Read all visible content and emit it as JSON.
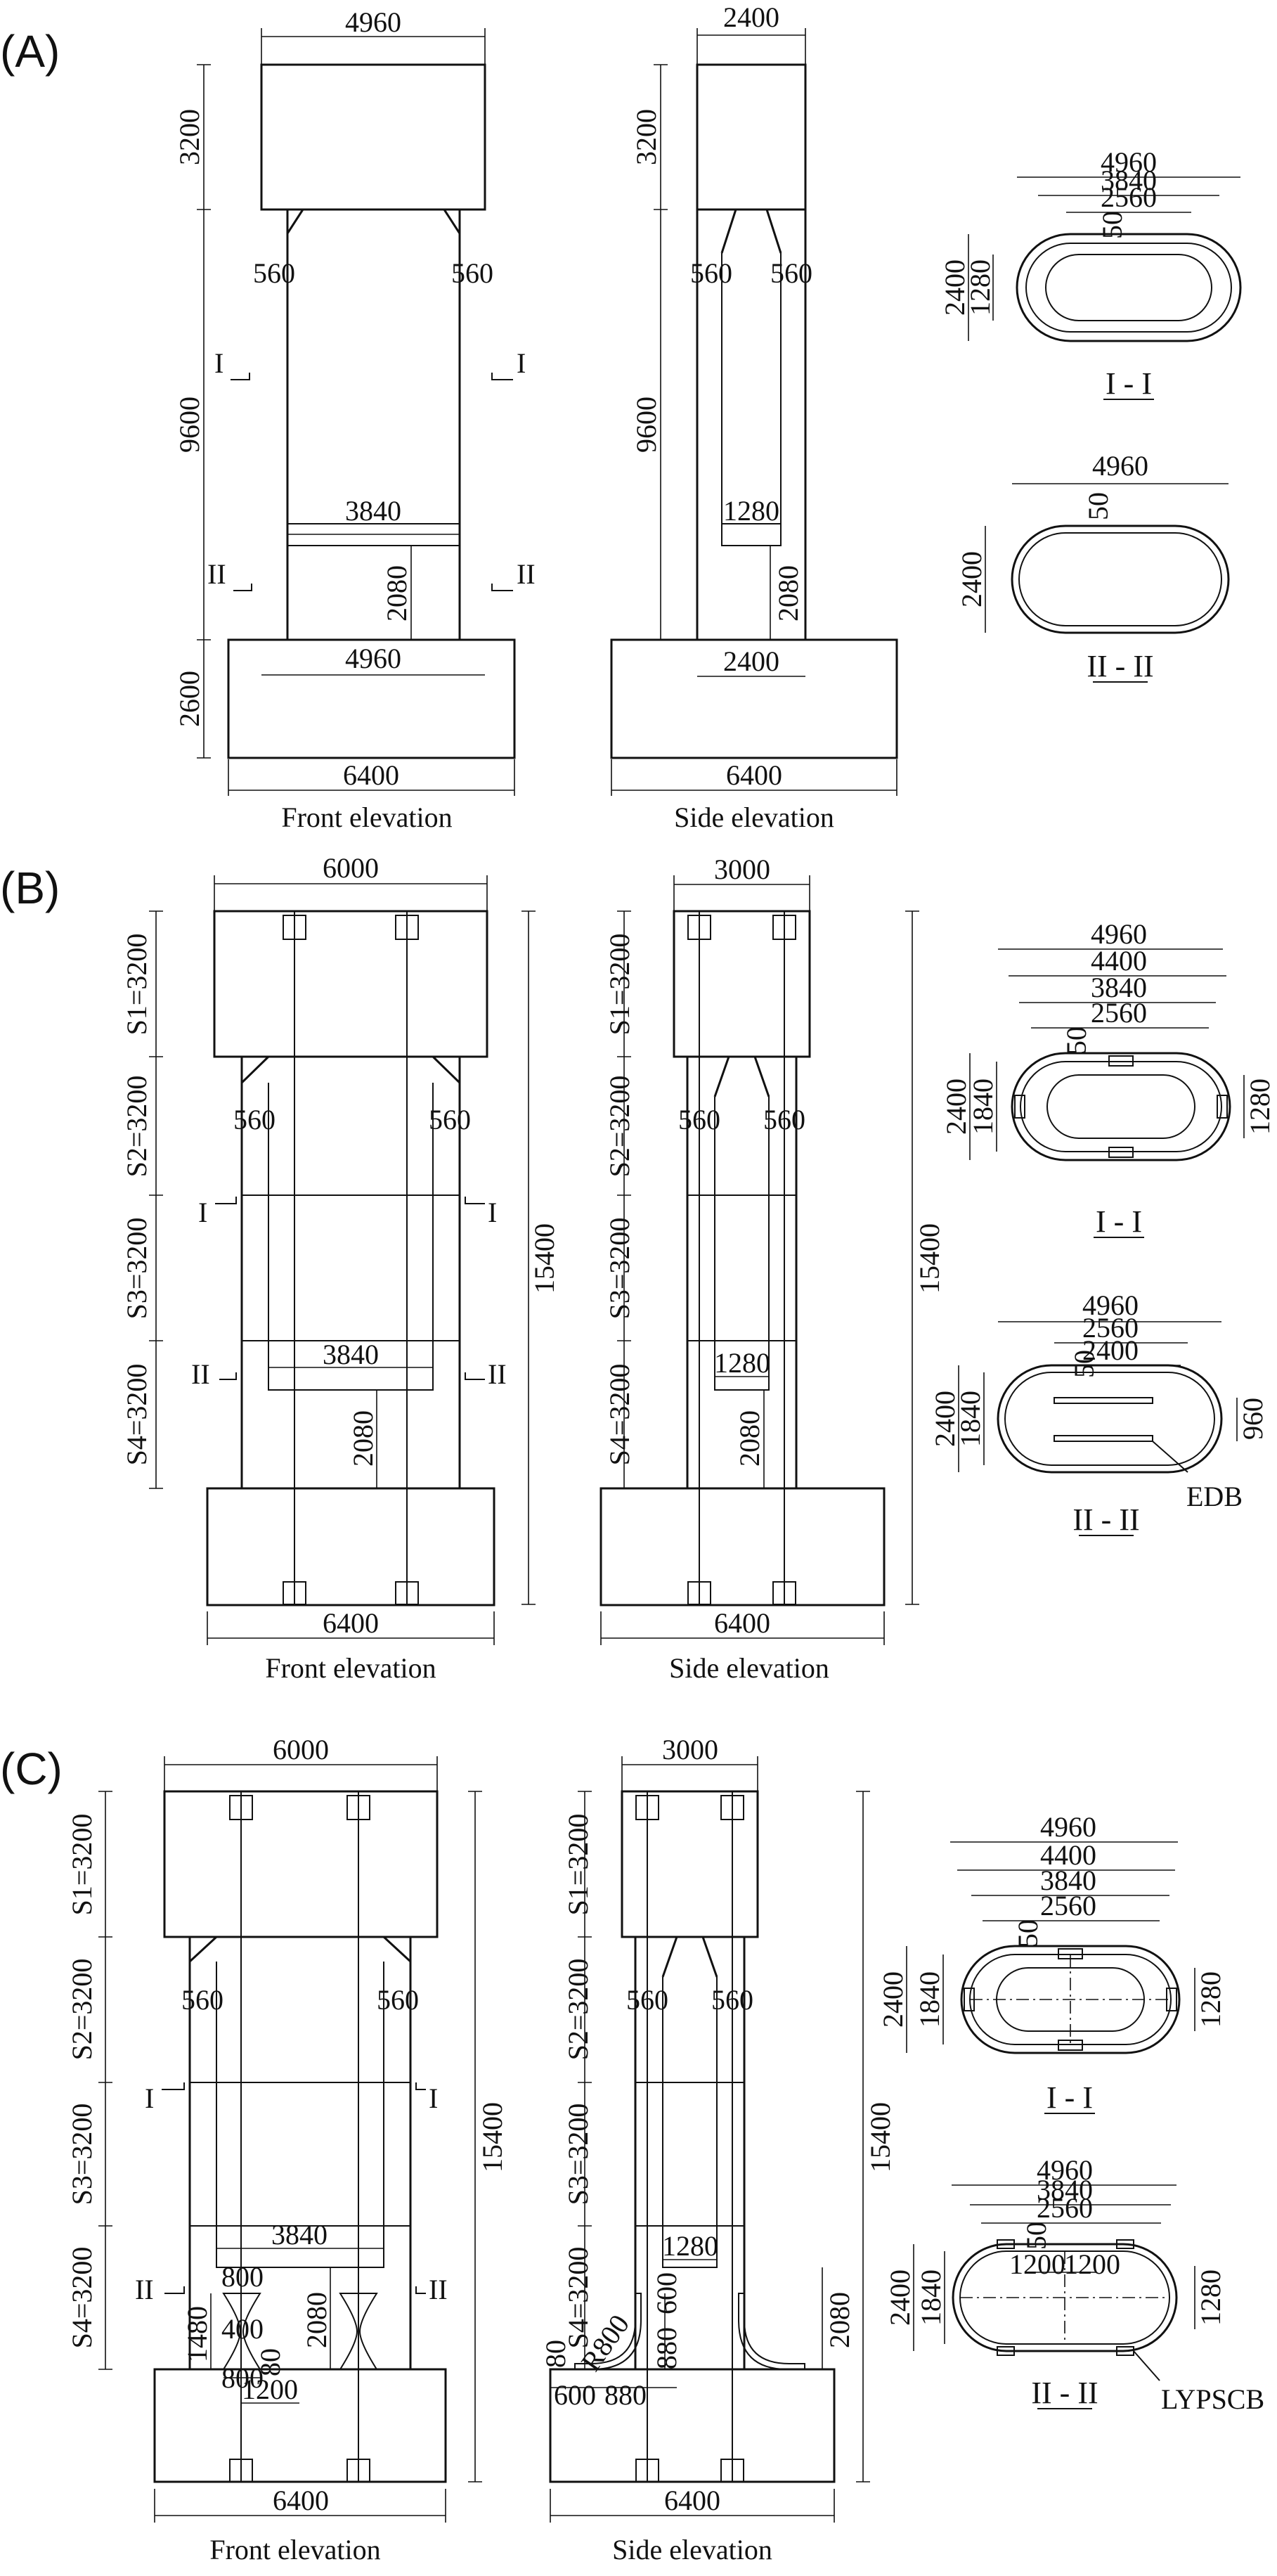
{
  "panels": [
    {
      "label": "(A)",
      "front": {
        "caption": "Front elevation",
        "dims": {
          "top_width": "4960",
          "cap_height": "3200",
          "column_height": "9600",
          "footing_height": "2600",
          "chamfer_left": "560",
          "chamfer_right": "560",
          "inner_width": "3840",
          "gap_height": "2080",
          "base_top_width": "4960",
          "footing_width": "6400"
        },
        "sections": {
          "I_left": "I",
          "I_right": "I",
          "II_left": "II",
          "II_right": "II"
        }
      },
      "side": {
        "caption": "Side elevation",
        "dims": {
          "top_width": "2400",
          "cap_height": "3200",
          "column_height": "9600",
          "chamfer_left": "560",
          "chamfer_right": "560",
          "inner_width": "1280",
          "gap_height": "2080",
          "base_top_width": "2400",
          "footing_width": "6400"
        }
      },
      "section_1": {
        "title": "I - I",
        "widths": [
          "4960",
          "3840",
          "2560"
        ],
        "cover": "50",
        "height": "2400",
        "inner_height": "1280"
      },
      "section_2": {
        "title": "II - II",
        "widths": [
          "4960"
        ],
        "cover": "50",
        "height": "2400"
      }
    },
    {
      "label": "(B)",
      "front": {
        "caption": "Front elevation",
        "dims": {
          "top_width": "6000",
          "segments": [
            "S1=3200",
            "S2=3200",
            "S3=3200",
            "S4=3200"
          ],
          "total_height": "15400",
          "chamfer_left": "560",
          "chamfer_right": "560",
          "inner_width": "3840",
          "gap_height": "2080",
          "footing_width": "6400"
        },
        "sections": {
          "I_left": "I",
          "I_right": "I",
          "II_left": "II",
          "II_right": "II"
        }
      },
      "side": {
        "caption": "Side elevation",
        "dims": {
          "top_width": "3000",
          "segments": [
            "S1=3200",
            "S2=3200",
            "S3=3200",
            "S4=3200"
          ],
          "total_height": "15400",
          "chamfer_left": "560",
          "chamfer_right": "560",
          "inner_width": "1280",
          "gap_height": "2080",
          "footing_width": "6400"
        }
      },
      "section_1": {
        "title": "I - I",
        "widths": [
          "4960",
          "4400",
          "3840",
          "2560"
        ],
        "cover": "50",
        "height": "2400",
        "inner_height": "1840",
        "right_height": "1280"
      },
      "section_2": {
        "title": "II - II",
        "widths": [
          "4960",
          "2560",
          "2400"
        ],
        "cover": "50",
        "height": "2400",
        "inner_height": "1840",
        "right_height": "960",
        "note": "EDB"
      }
    },
    {
      "label": "(C)",
      "front": {
        "caption": "Front elevation",
        "dims": {
          "top_width": "6000",
          "segments": [
            "S1=3200",
            "S2=3200",
            "S3=3200",
            "S4=3200"
          ],
          "total_height": "15400",
          "chamfer_left": "560",
          "chamfer_right": "560",
          "inner_width": "3840",
          "gap_height": "2080",
          "footing_width": "6400",
          "damper_top": "800",
          "damper_height": "1480",
          "damper_neck": "400",
          "damper_bottom": "800",
          "damper_base": "80",
          "damper_spacing": "1200"
        },
        "sections": {
          "I_left": "I",
          "I_right": "I",
          "II_left": "II",
          "II_right": "II"
        }
      },
      "side": {
        "caption": "Side elevation",
        "dims": {
          "top_width": "3000",
          "segments": [
            "S1=3200",
            "S2=3200",
            "S3=3200",
            "S4=3200"
          ],
          "total_height": "15400",
          "chamfer_left": "560",
          "chamfer_right": "560",
          "inner_width": "1280",
          "gap_height": "2080",
          "footing_width": "6400",
          "radius": "R800",
          "plate_upper": "600",
          "plate_lower": "880",
          "base_80": "80",
          "base_600": "600",
          "base_880": "880"
        }
      },
      "section_1": {
        "title": "I - I",
        "widths": [
          "4960",
          "4400",
          "3840",
          "2560"
        ],
        "cover": "50",
        "height": "2400",
        "inner_height": "1840",
        "right_height": "1280"
      },
      "section_2": {
        "title": "II - II",
        "widths": [
          "4960",
          "3840",
          "2560"
        ],
        "cover": "50",
        "height": "2400",
        "inner_height": "1840",
        "right_height": "1280",
        "spacing_left": "1200",
        "spacing_right": "1200",
        "note": "LYPSCB"
      }
    }
  ]
}
